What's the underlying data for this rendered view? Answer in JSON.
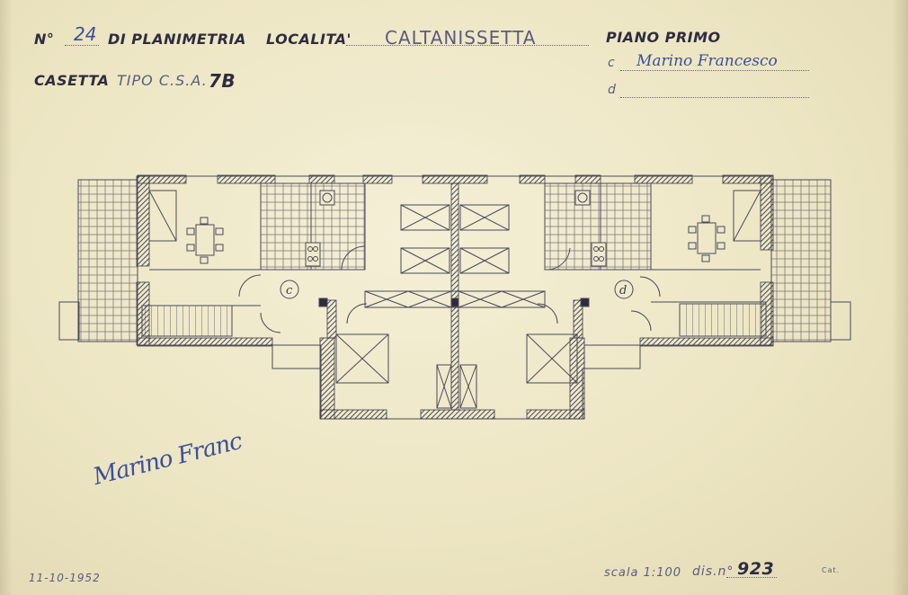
{
  "header": {
    "no_label": "N°",
    "no_value": "24",
    "planimetria_label": "DI PLANIMETRIA",
    "localita_label": "LOCALITA'",
    "localita_value": "CALTANISSETTA",
    "piano_label": "PIANO PRIMO",
    "casetta_label": "CASETTA",
    "tipo_label": "TIPO C.S.A.",
    "tipo_value": "7B",
    "c_label": "c",
    "c_value": "Marino Francesco",
    "d_label": "d"
  },
  "plan": {
    "unit_c_label": "c",
    "unit_d_label": "d"
  },
  "footer": {
    "signature": "Marino Franc",
    "date": "11-10-1952",
    "scale": "scala 1:100",
    "dis_label": "dis.n°",
    "dis_value": "923",
    "corner_note": "Cat."
  },
  "colors": {
    "paper": "#efe9cd",
    "print_ink": "#2f2c3f",
    "pen_ink": "#3a4f9c",
    "wall_hatch": "#4a4858"
  }
}
